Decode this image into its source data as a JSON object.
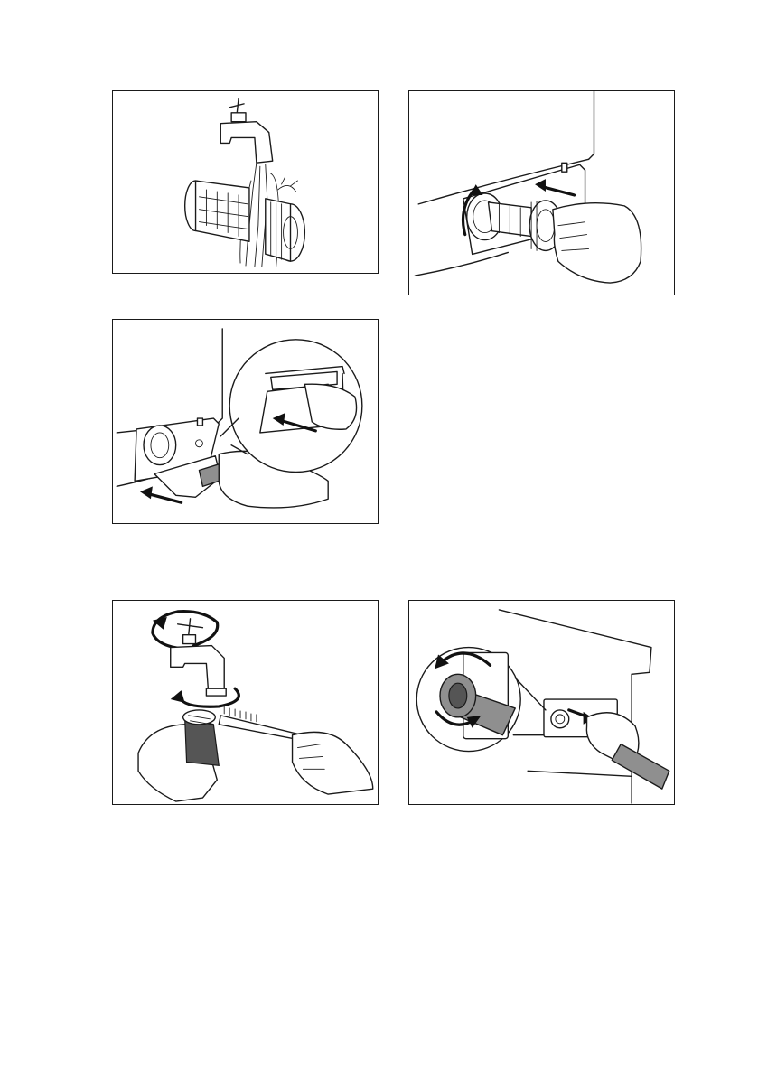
{
  "document": {
    "figures": [
      {
        "id": "fig-1",
        "icon": "filter-rinse-under-tap-icon"
      },
      {
        "id": "fig-2",
        "icon": "filter-insert-icon"
      },
      {
        "id": "fig-3",
        "icon": "filter-flap-close-icon"
      },
      {
        "id": "fig-4",
        "icon": "tap-filter-clean-icon"
      },
      {
        "id": "fig-5",
        "icon": "inlet-hose-filter-icon"
      }
    ]
  },
  "colors": {
    "line": "#1a1a1a",
    "grey_fill": "#8f8f8f",
    "background": "#ffffff"
  }
}
